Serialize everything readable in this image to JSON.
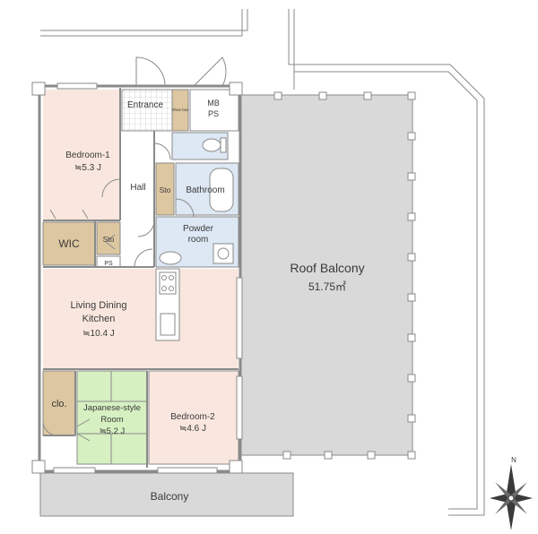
{
  "floorplan": {
    "rooms": {
      "entrance": "Entrance",
      "shoe_storage": "Shoe box",
      "mb": "MB",
      "ps": "PS",
      "bedroom1_name": "Bedroom-1",
      "bedroom1_size": "≒5.3 J",
      "hall": "Hall",
      "storage_hall": "Sto",
      "bathroom": "Bathroom",
      "powder_room_line1": "Powder",
      "powder_room_line2": "room",
      "wic": "WIC",
      "storage_wic": "Sto",
      "ps_small": "PS",
      "ldk_line1": "Living Dining",
      "ldk_line2": "Kitchen",
      "ldk_size": "≒10.4 J",
      "closet": "clo.",
      "japanese_line1": "Japanese-style",
      "japanese_line2": "Room",
      "japanese_size": "≒5.2 J",
      "bedroom2_name": "Bedroom-2",
      "bedroom2_size": "≒4.6 J",
      "roof_balcony_name": "Roof Balcony",
      "roof_balcony_area": "51.75㎡",
      "balcony": "Balcony"
    },
    "compass_label": "N",
    "colors": {
      "wood_room": "#f9e7df",
      "storage": "#ddc7a1",
      "tatami": "#d6f0c2",
      "wet_area": "#dde8f4",
      "balcony": "#d9d9d9",
      "wall": "#8a8a8a"
    }
  }
}
